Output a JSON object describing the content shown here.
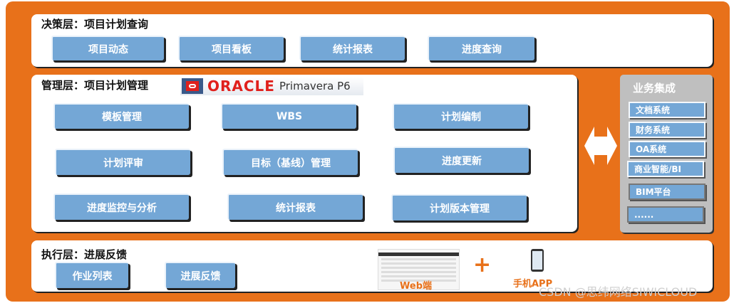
{
  "decision": {
    "title": "决策层：项目计划查询",
    "buttons": [
      "项目动态",
      "项目看板",
      "统计报表",
      "进度查询"
    ]
  },
  "management": {
    "title": "管理层：项目计划管理",
    "logo": {
      "oracle": "ORACLE",
      "product": "Primavera P6"
    },
    "buttons": [
      "模板管理",
      "WBS",
      "计划编制",
      "计划评审",
      "目标（基线）管理",
      "进度更新",
      "进度监控与分析",
      "统计报表",
      "计划版本管理"
    ]
  },
  "integration": {
    "title": "业务集成",
    "items": [
      "文档系统",
      "财务系统",
      "OA系统",
      "商业智能/BI",
      "BIM平台",
      "......"
    ]
  },
  "execution": {
    "title": "执行层：进展反馈",
    "buttons": [
      "作业列表",
      "进展反馈"
    ],
    "web_label": "Web端",
    "plus": "+",
    "app_label": "手机APP"
  },
  "watermark": "CSDN @思纬网络SIWICLOUD"
}
